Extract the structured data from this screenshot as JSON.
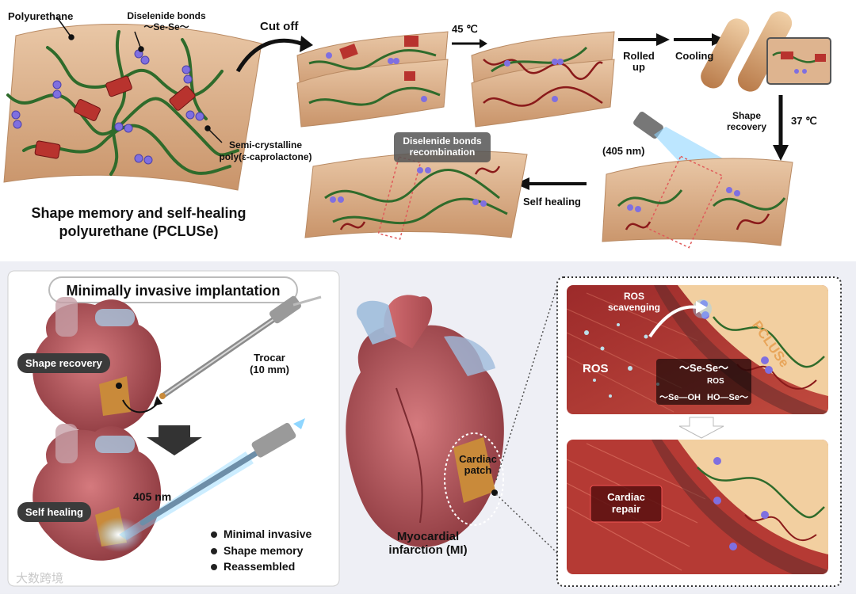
{
  "top": {
    "labels": {
      "polyurethane": "Polyurethane",
      "diselenide_bonds": "Diselenide bonds",
      "se_se_top": "〜Se-Se〜",
      "semicrystalline_1": "Semi-crystalline",
      "semicrystalline_2": "poly(ε-caprolactone)",
      "title_line1": "Shape memory and self-healing",
      "title_line2": "polyurethane (PCLUSe)",
      "cut_off": "Cut off",
      "temp_45": "45 ℃",
      "rolled_up_1": "Rolled",
      "rolled_up_2": "up",
      "cooling": "Cooling",
      "shape_recovery_1": "Shape",
      "shape_recovery_2": "recovery",
      "temp_37": "37 ℃",
      "light_405": "(405 nm)",
      "self_healing": "Self healing",
      "recombination_1": "Diselenide bonds",
      "recombination_2": "recombination"
    }
  },
  "bottom": {
    "left_panel": {
      "title": "Minimally invasive implantation",
      "shape_recovery_pill": "Shape recovery",
      "self_healing_pill": "Self healing",
      "trocar_1": "Trocar",
      "trocar_2": "(10 mm)",
      "nm_405": "405 nm",
      "features": [
        "Minimal invasive",
        "Shape memory",
        "Reassembled"
      ]
    },
    "middle": {
      "cardiac_patch_1": "Cardiac",
      "cardiac_patch_2": "patch",
      "mi_1": "Myocardial",
      "mi_2": "infarction (MI)"
    },
    "right_panel": {
      "ros_scavenging_1": "ROS",
      "ros_scavenging_2": "scavenging",
      "ros": "ROS",
      "pclu": "PCLUSe",
      "se_se": "〜Se-Se〜",
      "ros_small": "ROS",
      "se_oh": "〜Se—OH",
      "ho_se": "HO—Se〜",
      "cardiac_repair_1": "Cardiac",
      "cardiac_repair_2": "repair"
    }
  },
  "watermark": "大数跨境",
  "colors": {
    "film": "#deb48f",
    "chain_green": "#2f6b2b",
    "chain_red": "#8a1a1a",
    "bead": "#7f6fe0",
    "heart": "#b5535a",
    "patch": "#c98a3a",
    "light_blue": "#8fd6ff"
  }
}
